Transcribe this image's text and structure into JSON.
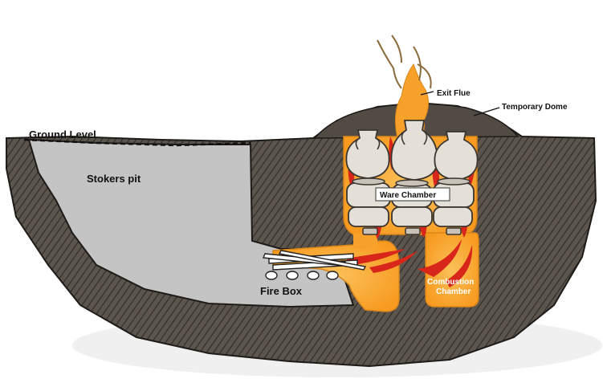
{
  "labels": {
    "ground_level": "Ground Level",
    "stokers_pit": "Stokers pit",
    "exit_flue": "Exit Flue",
    "temporary_dome": "Temporary Dome",
    "ware_chamber": "Ware Chamber",
    "fire_box": "Fire Box",
    "combustion_chamber_line1": "Combustion",
    "combustion_chamber_line2": "Chamber"
  },
  "colors": {
    "earth": "#5b554e",
    "earth_hatch": "#2f2a25",
    "pit": "#c4c4c4",
    "fire": "#f7a12b",
    "fire_light": "#fbc15a",
    "flame_red": "#d8261b",
    "pot": "#e4dfd7",
    "pot_shade": "#c9c2b8",
    "smoke": "#8a6a3a"
  },
  "icons": {
    "pots": "pot-icon",
    "flames": "flame-icon",
    "logs": "log-icon"
  }
}
